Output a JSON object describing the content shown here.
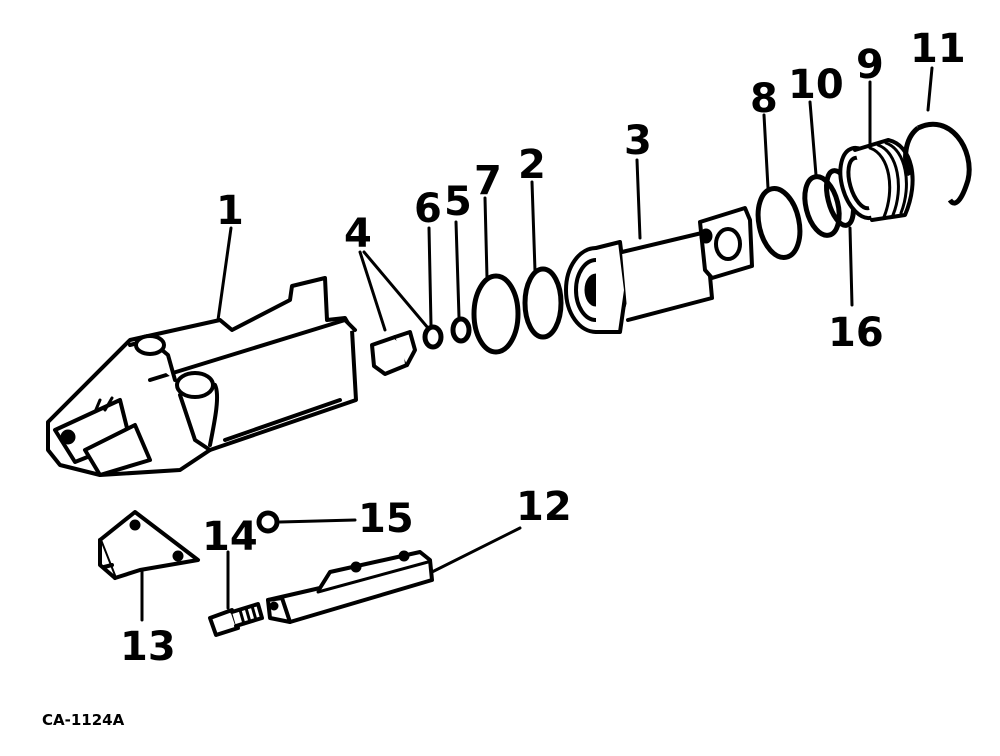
{
  "figure": {
    "code": "CA-1124A",
    "callouts": [
      "1",
      "2",
      "3",
      "4",
      "5",
      "6",
      "7",
      "8",
      "9",
      "10",
      "11",
      "12",
      "13",
      "14",
      "15",
      "16"
    ]
  }
}
